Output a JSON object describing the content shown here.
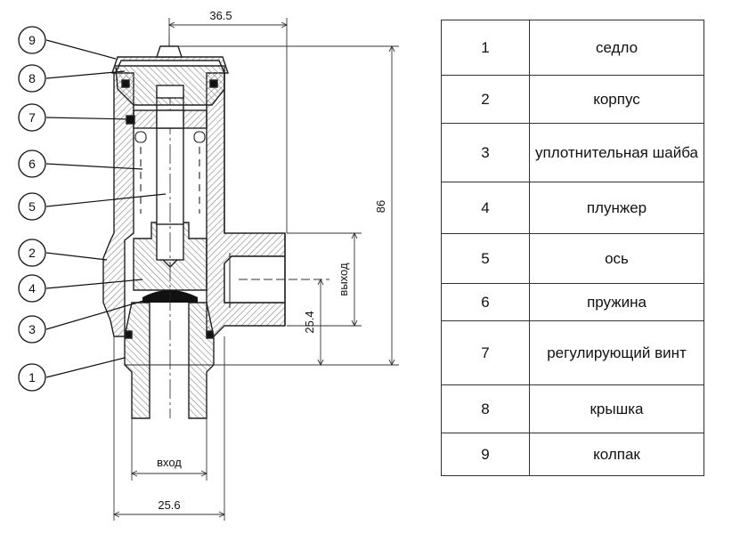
{
  "callouts": [
    {
      "num": "9",
      "target": "колпак"
    },
    {
      "num": "8",
      "target": "крышка"
    },
    {
      "num": "7",
      "target": "регулирующий винт"
    },
    {
      "num": "6",
      "target": "пружина"
    },
    {
      "num": "5",
      "target": "ось"
    },
    {
      "num": "2",
      "target": "корпус"
    },
    {
      "num": "4",
      "target": "плунжер"
    },
    {
      "num": "3",
      "target": "уплотнительная шайба"
    },
    {
      "num": "1",
      "target": "седло"
    }
  ],
  "dimensions": {
    "top_width": "36.5",
    "height": "86",
    "outlet_height": "25.4",
    "bottom_width": "25.6",
    "outlet_label": "выход",
    "inlet_label": "вход"
  },
  "legend": [
    {
      "num": "1",
      "name": "седло"
    },
    {
      "num": "2",
      "name": "корпус"
    },
    {
      "num": "3",
      "name": "уплотнительная шайба"
    },
    {
      "num": "4",
      "name": "плунжер"
    },
    {
      "num": "5",
      "name": "ось"
    },
    {
      "num": "6",
      "name": "пружина"
    },
    {
      "num": "7",
      "name": "регулирующий винт"
    },
    {
      "num": "8",
      "name": "крышка"
    },
    {
      "num": "9",
      "name": "колпак"
    }
  ],
  "colors": {
    "line": "#222222",
    "hatch": "#888888",
    "seal": "#111111"
  }
}
